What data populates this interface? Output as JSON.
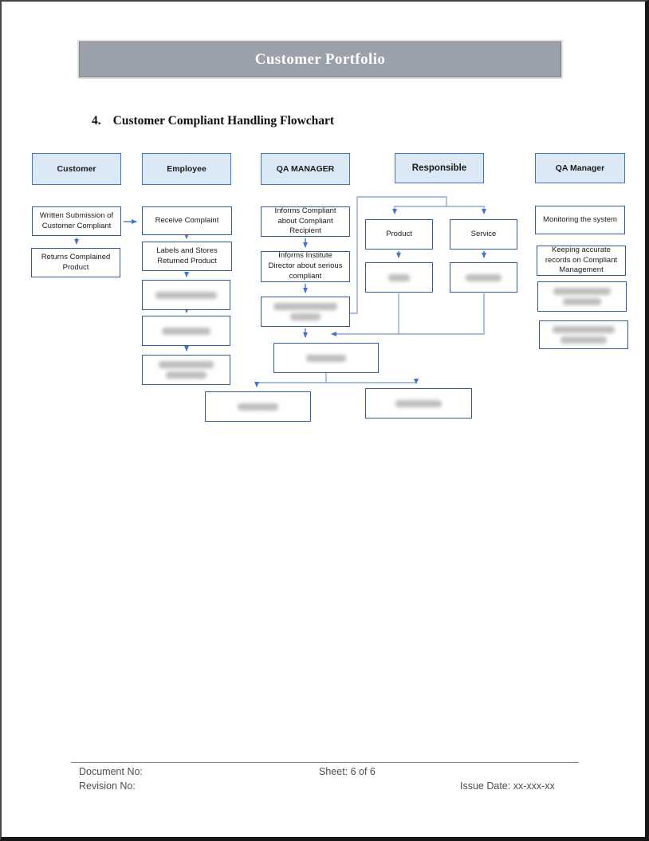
{
  "page": {
    "banner_title": "Customer Portfolio",
    "section_number": "4.",
    "section_title": "Customer Compliant Handling Flowchart"
  },
  "flowchart": {
    "headers": {
      "customer": "Customer",
      "employee": "Employee",
      "qa_manager_upper": "QA MANAGER",
      "responsible": "Responsible",
      "qa_manager": "QA Manager"
    },
    "boxes": {
      "written_submission": "Written Submission of Customer Compliant",
      "returns_complained": "Returns Complained Product",
      "receive_complaint": "Receive Complaint",
      "labels_stores": "Labels and Stores Returned Product",
      "informs_compliant": "Informs Compliant about Compliant Recipient",
      "informs_director": "Informs Institute Director about serious compliant",
      "product": "Product",
      "service": "Service",
      "monitoring": "Monitoring the system",
      "keeping_records": "Keeping accurate records on Compliant Management"
    }
  },
  "footer": {
    "document_no": "Document No:",
    "sheet": "Sheet: 6 of 6",
    "revision_no": "Revision No:",
    "issue_date": "Issue Date: xx-xxx-xx"
  },
  "colors": {
    "banner_bg": "#9aa1ab",
    "header_fill": "#dbe8f6",
    "header_border": "#4175c1",
    "box_border": "#2e5aa0",
    "line_light": "#8ea9d8",
    "line_dark": "#4472c4",
    "footer_text": "#4d4d4d"
  }
}
